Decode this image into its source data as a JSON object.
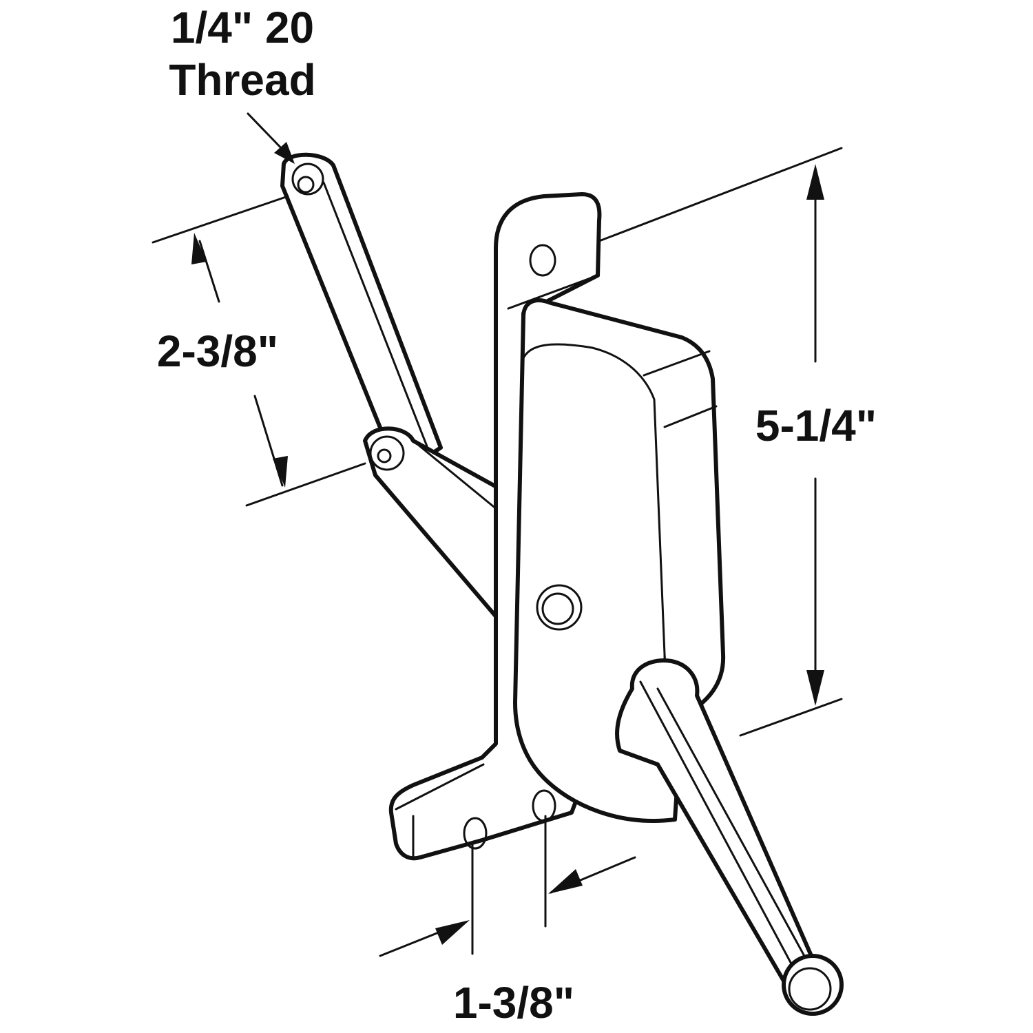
{
  "dimensions": {
    "thread": {
      "line1": "1/4\" 20",
      "line2": "Thread"
    },
    "arm_length": "2-3/8\"",
    "overall_height": "5-1/4\"",
    "hole_spacing": "1-3/8\""
  },
  "colors": {
    "ink": "#111111",
    "background": "#ffffff"
  }
}
